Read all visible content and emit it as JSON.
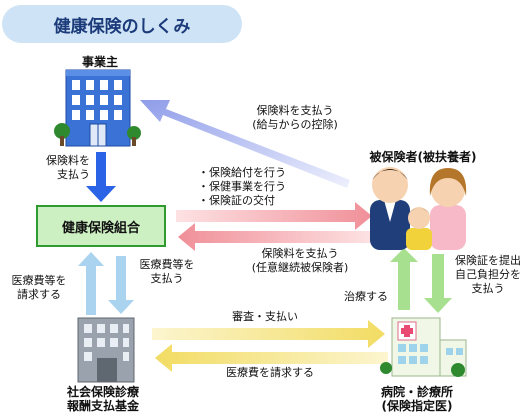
{
  "title": "健康保険のしくみ",
  "nodes": {
    "employer": "事業主",
    "union": "健康保険組合",
    "insured": "被保険者(被扶養者)",
    "fund": [
      "社会保険診療",
      "報酬支払基金"
    ],
    "hospital": [
      "病院・診療所",
      "(保険指定医)"
    ]
  },
  "arrows": {
    "insured_to_employer": [
      "保険料を支払う",
      "(給与からの控除)"
    ],
    "employer_to_union": [
      "保険料を",
      "支払う"
    ],
    "union_to_insured": [
      "・保険給付を行う",
      "・保健事業を行う",
      "・保険証の交付"
    ],
    "insured_to_union": [
      "保険料を支払う",
      "(任意継続被保険者)"
    ],
    "fund_to_union": [
      "医療費等を",
      "請求する"
    ],
    "union_to_fund": [
      "医療費等を",
      "支払う"
    ],
    "hospital_to_insured": "治療する",
    "insured_to_hospital": [
      "保険証を提出",
      "自己負担分を",
      "支払う"
    ],
    "fund_to_hospital": "審査・支払い",
    "hospital_to_fund": "医療費を請求する"
  },
  "colors": {
    "blue_arrow": "#2b63e6",
    "lavender_arrow": "#a9b4f0",
    "pink_arrow": "#f4a8ae",
    "lightblue_arrow": "#a9d3ef",
    "green_arrow": "#a7e08f",
    "yellow_arrow": "#f4e48a",
    "union_fill": "#cdf0c2",
    "union_border": "#2f9a2f"
  }
}
